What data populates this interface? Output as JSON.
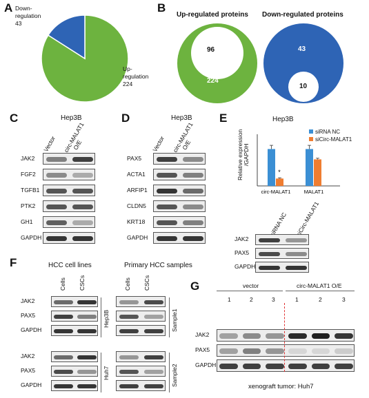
{
  "panels": {
    "A": "A",
    "B": "B",
    "C": "C",
    "D": "D",
    "E": "E",
    "F": "F",
    "G": "G"
  },
  "panelA": {
    "down_label_1": "Down-",
    "down_label_2": "regulation",
    "down_value": "43",
    "up_label_1": "Up-",
    "up_label_2": "regulation",
    "up_value": "224",
    "colors": {
      "up": "#6db33f",
      "down": "#2e64b5"
    }
  },
  "panelB": {
    "up_title": "Up-regulated proteins",
    "up_inner": "96",
    "up_outer": "224",
    "down_title": "Down-regulated proteins",
    "down_outer": "43",
    "down_inner": "10"
  },
  "panelC": {
    "title": "Hep3B",
    "col1": "Vector",
    "col2": "circ-MALAT1",
    "col2b": "O/E",
    "rows": [
      "JAK2",
      "FGF2",
      "TGFB1",
      "PTK2",
      "GH1",
      "GAPDH"
    ]
  },
  "panelD": {
    "title": "Hep3B",
    "col1": "Vector",
    "col2": "circ-MALAT1",
    "col2b": "O/E",
    "rows": [
      "PAX5",
      "ACTA1",
      "ARFIP1",
      "CLDN5",
      "KRT18",
      "GAPDH"
    ]
  },
  "panelE": {
    "title": "Hep3B",
    "ylabel_1": "Relative expression",
    "ylabel_2": "/GAPDH",
    "legend": [
      "siRNA NC",
      "siCirc-MALAT1"
    ],
    "star": "*",
    "blot_cols": [
      "siRNA NC",
      "siCirc-MALAT1"
    ],
    "blot_rows": [
      "JAK2",
      "PAX5",
      "GAPDH"
    ],
    "colors": {
      "nc": "#3b8fd4",
      "si": "#ef7d31"
    }
  },
  "chart_data": {
    "type": "bar",
    "categories": [
      "circ-MALAT1",
      "MALAT1"
    ],
    "series": [
      {
        "name": "siRNA NC",
        "values": [
          1.0,
          1.0
        ]
      },
      {
        "name": "siCirc-MALAT1",
        "values": [
          0.2,
          0.72
        ]
      }
    ],
    "ylim": [
      0,
      1.4
    ]
  },
  "panelF": {
    "left_title": "HCC cell lines",
    "right_title": "Primary HCC samples",
    "col1": "Cells",
    "col2": "CSCs",
    "rows": [
      "JAK2",
      "PAX5",
      "GAPDH"
    ],
    "side_left_top": "Hep3B",
    "side_left_bottom": "Huh7",
    "side_right_top": "Sample1",
    "side_right_bottom": "Sample2"
  },
  "panelG": {
    "vector": "vector",
    "oe": "circ-MALAT1 O/E",
    "lanes": [
      "1",
      "2",
      "3",
      "1",
      "2",
      "3"
    ],
    "rows": [
      "JAK2",
      "PAX5",
      "GAPDH"
    ],
    "caption": "xenograft tumor: Huh7"
  }
}
